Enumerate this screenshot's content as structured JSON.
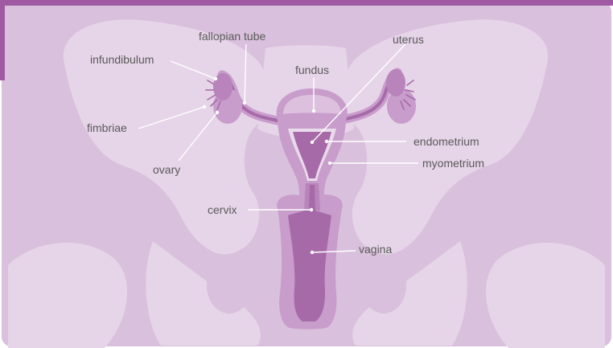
{
  "labels": {
    "fallopian_tube": "fallopian tube",
    "uterus": "uterus",
    "infundibulum": "infundibulum",
    "fundus": "fundus",
    "fimbriae": "fimbriae",
    "endometrium": "endometrium",
    "myometrium": "myometrium",
    "ovary": "ovary",
    "cervix": "cervix",
    "vagina": "vagina"
  },
  "colors": {
    "top_bar": "#a05aa4",
    "background": "#d9c0dc",
    "pelvis": "#e6d4e8",
    "organ_fill": "#c89ccb",
    "organ_dark": "#a76aa9",
    "leader_line": "#ffffff",
    "label_text": "#5a5a5a"
  }
}
